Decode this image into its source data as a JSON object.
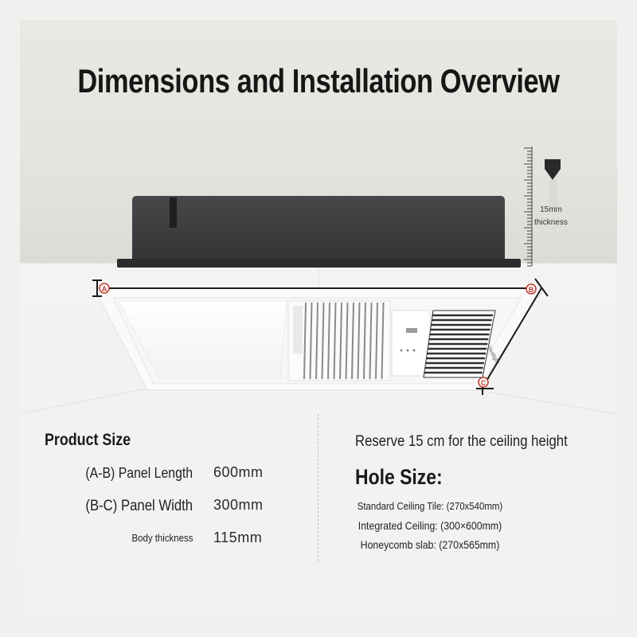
{
  "title": "Dimensions and Installation Overview",
  "diagram": {
    "points": [
      "A",
      "B",
      "C"
    ],
    "thickness_callout": {
      "line1": "15mm",
      "line2": "thickness"
    },
    "colors": {
      "body": "#3c3c3e",
      "panel": "#fafafa",
      "marker": "#c0392b"
    }
  },
  "product_size": {
    "heading": "Product Size",
    "rows": [
      {
        "label": "(A-B) Panel Length",
        "value": "600mm"
      },
      {
        "label": "(B-C) Panel Width",
        "value": "300mm"
      },
      {
        "label": "Body thickness",
        "value": "115mm"
      }
    ]
  },
  "installation": {
    "reserve_note": "Reserve 15 cm for the ceiling height",
    "hole_heading": "Hole Size:",
    "holes": [
      "Standard Ceiling Tile: (270x540mm)",
      "Integrated Ceiling: (300×600mm)",
      "Honeycomb slab: (270x565mm)"
    ]
  }
}
